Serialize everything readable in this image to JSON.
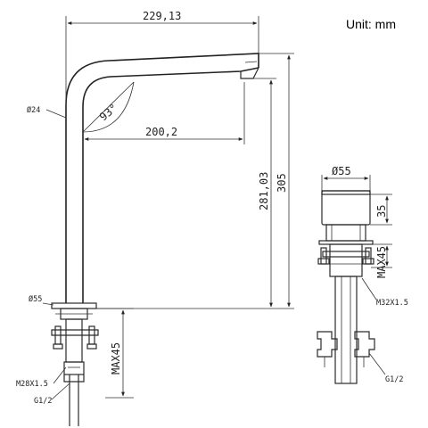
{
  "unit_label": "Unit: mm",
  "labels": {
    "overall_width": "229,13",
    "reach": "200,2",
    "angle": "93°",
    "tube_diameter": "Ø24",
    "overall_height": "305",
    "spout_height": "281,03",
    "base_diameter_left": "Ø55",
    "max_left": "MAX45",
    "thread_left": "M28X1.5",
    "connection_left": "G1/2",
    "handle_diameter": "Ø55",
    "handle_height": "35",
    "max_right": "MAX45",
    "thread_right": "M32X1.5",
    "connection_right": "G1/2"
  }
}
